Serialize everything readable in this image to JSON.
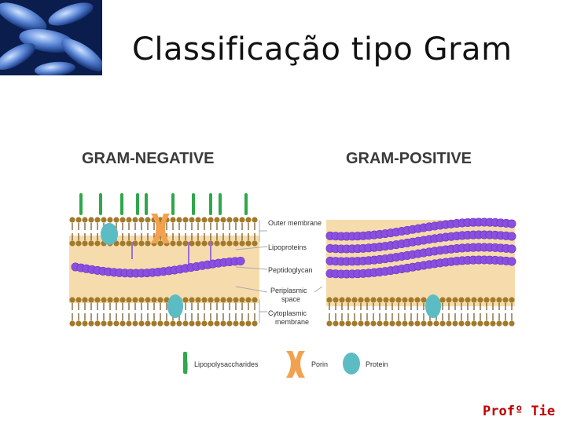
{
  "slide": {
    "title": "Classificação tipo Gram",
    "author": "Profº Tie"
  },
  "diagram": {
    "left_panel_title": "GRAM-NEGATIVE",
    "right_panel_title": "GRAM-POSITIVE",
    "labels": {
      "outer_membrane": "Outer membrane",
      "lipoproteins": "Lipoproteins",
      "peptidoglycan": "Peptidoglycan",
      "periplasmic_line1": "Periplasmic",
      "periplasmic_line2": "space",
      "cytoplasmic_line1": "Cytoplasmic",
      "cytoplasmic_line2": "membrane"
    },
    "legend": {
      "lipopolysaccharides": "Lipopolysaccharides",
      "porin": "Porin",
      "protein": "Protein"
    }
  },
  "colors": {
    "lipid_head": "#a27a2a",
    "lipid_tail": "#6e5020",
    "periplasm": "#f6dcac",
    "peptidoglycan": "#8a4fe0",
    "lps": "#2ea84a",
    "porin": "#f2a24e",
    "protein": "#5cbcc4",
    "lipoprotein": "#9a6fd6",
    "bacteria_bg": "#0b1d4d"
  }
}
